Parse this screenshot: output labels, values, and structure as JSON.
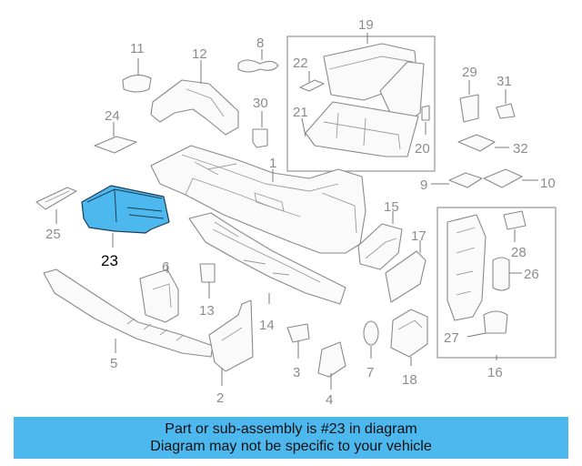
{
  "diagram": {
    "callouts": [
      {
        "id": "c1",
        "label": "1"
      },
      {
        "id": "c2",
        "label": "2"
      },
      {
        "id": "c3",
        "label": "3"
      },
      {
        "id": "c4",
        "label": "4"
      },
      {
        "id": "c5",
        "label": "5"
      },
      {
        "id": "c6",
        "label": "6"
      },
      {
        "id": "c7",
        "label": "7"
      },
      {
        "id": "c8",
        "label": "8"
      },
      {
        "id": "c9",
        "label": "9"
      },
      {
        "id": "c10",
        "label": "10"
      },
      {
        "id": "c11",
        "label": "11"
      },
      {
        "id": "c12",
        "label": "12"
      },
      {
        "id": "c13",
        "label": "13"
      },
      {
        "id": "c14",
        "label": "14"
      },
      {
        "id": "c15",
        "label": "15"
      },
      {
        "id": "c16",
        "label": "16"
      },
      {
        "id": "c17",
        "label": "17"
      },
      {
        "id": "c18",
        "label": "18"
      },
      {
        "id": "c19",
        "label": "19"
      },
      {
        "id": "c20",
        "label": "20"
      },
      {
        "id": "c21",
        "label": "21"
      },
      {
        "id": "c22",
        "label": "22"
      },
      {
        "id": "c23",
        "label": "23"
      },
      {
        "id": "c24",
        "label": "24"
      },
      {
        "id": "c25",
        "label": "25"
      },
      {
        "id": "c26",
        "label": "26"
      },
      {
        "id": "c27",
        "label": "27"
      },
      {
        "id": "c28",
        "label": "28"
      },
      {
        "id": "c29",
        "label": "29"
      },
      {
        "id": "c30",
        "label": "30"
      },
      {
        "id": "c31",
        "label": "31"
      },
      {
        "id": "c32",
        "label": "32"
      }
    ],
    "highlighted_part": "23",
    "highlight_color": "#4db8ee",
    "outline_color": "#8a8a8a"
  },
  "banner": {
    "line1": "Part or sub-assembly is #23 in diagram",
    "line2": "Diagram may not be specific to your vehicle",
    "background": "#4db8ee"
  }
}
